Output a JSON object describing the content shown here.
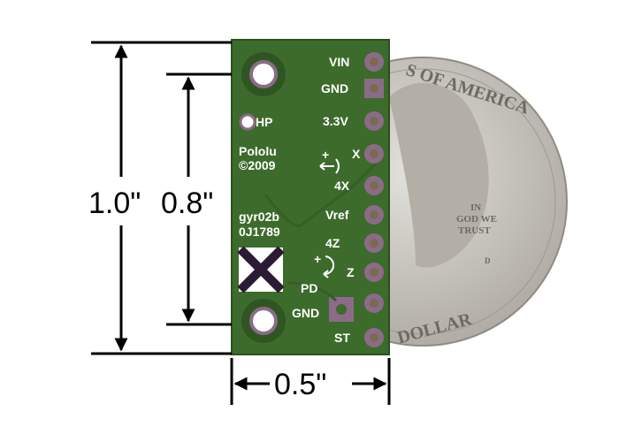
{
  "dimensions": {
    "height_total": "1.0\"",
    "hole_spacing": "0.8\"",
    "width": "0.5\""
  },
  "board": {
    "pins": [
      "VIN",
      "GND",
      "3.3V",
      "X",
      "4X",
      "Vref",
      "4Z",
      "Z",
      "PD",
      "ST"
    ],
    "labels": {
      "hp": "HP",
      "brand": "Pololu",
      "copyright": "©2009",
      "part": "gyr02b",
      "serial": "0J1789",
      "gnd2": "GND",
      "plus1": "+",
      "plus2": "+"
    }
  },
  "coin": {
    "top_text": "S OF AMERICA",
    "motto_line1": "IN",
    "motto_line2": "GOD WE",
    "motto_line3": "TRUST",
    "bottom_text": "DOLLAR",
    "mint": "D"
  },
  "colors": {
    "board": "#3d6b2c",
    "pad": "#8b6b88",
    "coin": "#c9c6bf"
  }
}
